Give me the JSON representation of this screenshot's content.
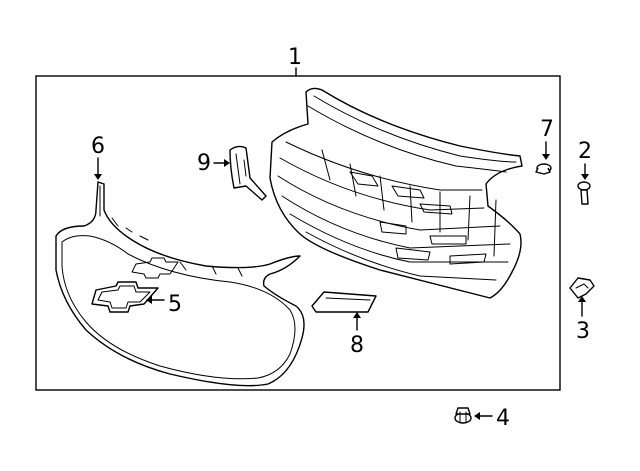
{
  "callouts": {
    "c1": "1",
    "c2": "2",
    "c3": "3",
    "c4": "4",
    "c5": "5",
    "c6": "6",
    "c7": "7",
    "c8": "8",
    "c9": "9"
  },
  "colors": {
    "line": "#000000",
    "background": "#ffffff"
  },
  "icons": [
    "grille-assembly",
    "bolt",
    "clip",
    "nut",
    "emblem",
    "grille-surround",
    "push-pin",
    "bracket"
  ]
}
